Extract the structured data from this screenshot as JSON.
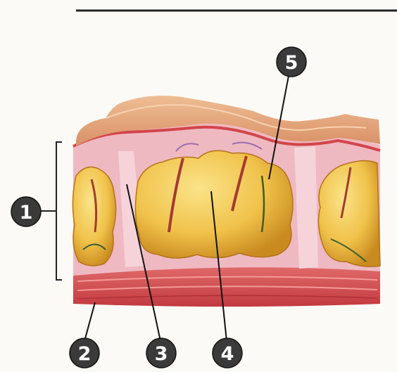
{
  "figure": {
    "callouts": [
      {
        "id": "1",
        "label": "1"
      },
      {
        "id": "2",
        "label": "2"
      },
      {
        "id": "3",
        "label": "3"
      },
      {
        "id": "4",
        "label": "4"
      },
      {
        "id": "5",
        "label": "5"
      }
    ],
    "colors": {
      "epidermis": "#e7a77a",
      "dermis_pink": "#efb9c2",
      "fat_lobule": "#f0c24a",
      "fat_shadow": "#c98a1f",
      "muscle": "#d2454a",
      "marker_fill": "#3a3a3a"
    }
  }
}
